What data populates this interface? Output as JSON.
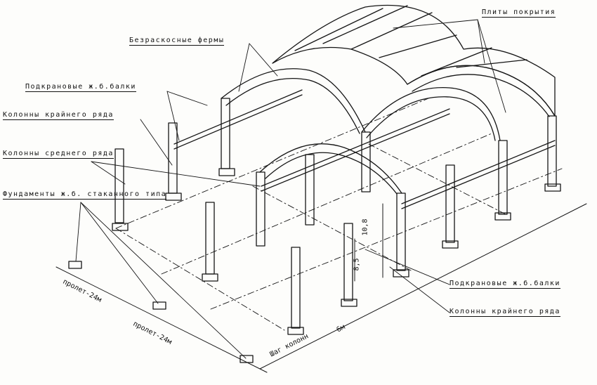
{
  "labels": {
    "roof_slabs": "Плиты покрытия",
    "arched_trusses": "Безраскосные фермы",
    "crane_beams_left": "Подкрановые ж.б.балки",
    "edge_row_columns_left": "Колонны крайнего ряда",
    "middle_row_columns": "Колонны среднего ряда",
    "foundations": "Фундаменты ж.б. стаканного типа",
    "crane_beams_right": "Подкрановые ж.б.балки",
    "edge_row_columns_right": "Колонны крайнего ряда"
  },
  "dimensions": {
    "span_1": "пролет-24м",
    "span_2": "пролет-24м",
    "bay": "6м",
    "column_step": "Шаг колонн",
    "height_1": "10,8",
    "height_2": "8,5"
  }
}
